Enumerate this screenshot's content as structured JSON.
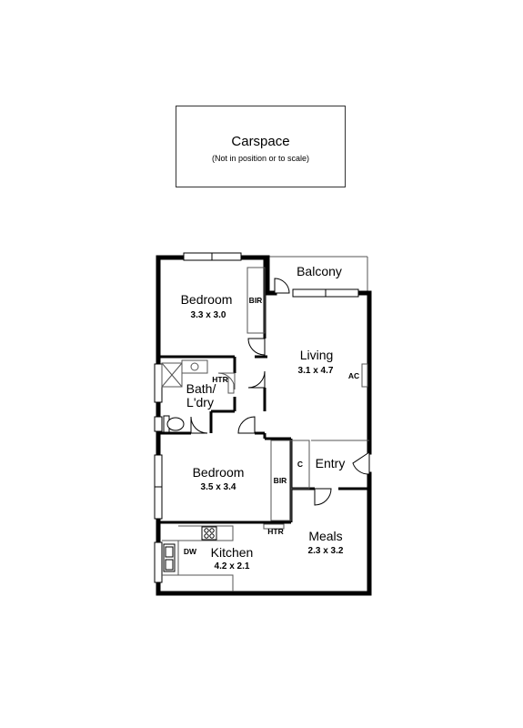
{
  "carspace": {
    "title": "Carspace",
    "note": "(Not in position or to scale)"
  },
  "rooms": {
    "bedroom1": {
      "name": "Bedroom",
      "size": "3.3 x 3.0"
    },
    "living": {
      "name": "Living",
      "size": "3.1 x 4.7"
    },
    "bath": {
      "name_line1": "Bath/",
      "name_line2": "L'dry"
    },
    "bedroom2": {
      "name": "Bedroom",
      "size": "3.5 x 3.4"
    },
    "kitchen": {
      "name": "Kitchen",
      "size": "4.2 x 2.1"
    },
    "meals": {
      "name": "Meals",
      "size": "2.3 x 3.2"
    },
    "balcony": {
      "name": "Balcony"
    },
    "entry": {
      "name": "Entry"
    }
  },
  "tags": {
    "bir1": "BIR",
    "bir2": "BIR",
    "htr1": "HTR",
    "htr2": "HTR",
    "ac": "AC",
    "c": "C",
    "dw": "DW"
  }
}
